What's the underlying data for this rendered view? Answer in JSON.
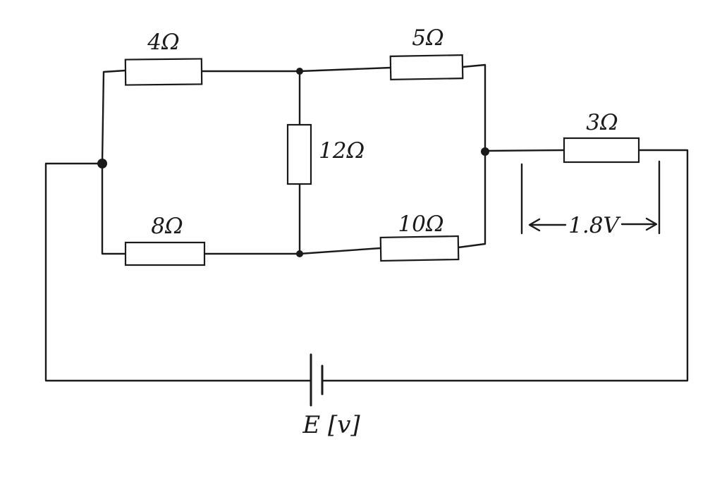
{
  "colors": {
    "ink": "#1a1a1a",
    "background": "#ffffff"
  },
  "circuit": {
    "style": "hand-drawn schematic",
    "resistors": [
      {
        "id": "R1",
        "label": "4Ω",
        "value": 4,
        "unit": "ohm",
        "position": "top-left"
      },
      {
        "id": "R2",
        "label": "5Ω",
        "value": 5,
        "unit": "ohm",
        "position": "top-right"
      },
      {
        "id": "R3",
        "label": "12Ω",
        "value": 12,
        "unit": "ohm",
        "position": "middle-vertical"
      },
      {
        "id": "R4",
        "label": "8Ω",
        "value": 8,
        "unit": "ohm",
        "position": "bottom-left"
      },
      {
        "id": "R5",
        "label": "10Ω",
        "value": 10,
        "unit": "ohm",
        "position": "bottom-right"
      },
      {
        "id": "R6",
        "label": "3Ω",
        "value": 3,
        "unit": "ohm",
        "position": "right-branch"
      }
    ],
    "voltage_measurement": {
      "label": "1.8V",
      "across": "right branch (3Ω resistor)"
    },
    "source": {
      "label": "E [v]",
      "type": "battery"
    }
  }
}
